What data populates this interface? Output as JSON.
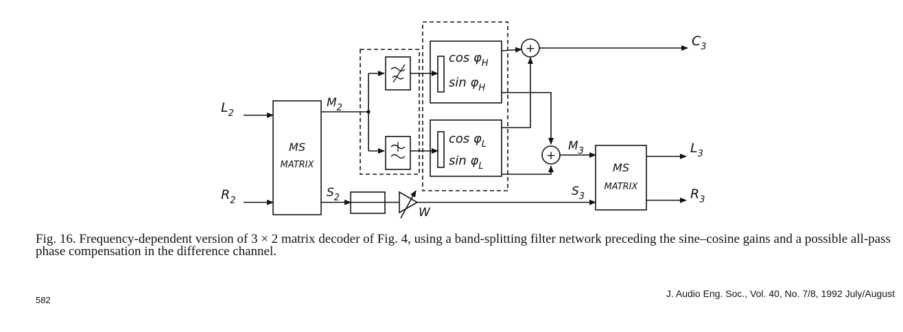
{
  "diagram": {
    "inputs": {
      "l": "L",
      "l_sub": "2",
      "r": "R",
      "r_sub": "2"
    },
    "ms_matrix_left": {
      "line1": "MS",
      "line2": "MATRIX"
    },
    "ms_matrix_right": {
      "line1": "MS",
      "line2": "MATRIX"
    },
    "m2": {
      "base": "M",
      "sub": "2"
    },
    "s2": {
      "base": "S",
      "sub": "2"
    },
    "m3": {
      "base": "M",
      "sub": "3"
    },
    "s3": {
      "base": "S",
      "sub": "3"
    },
    "high_block": {
      "cos": "cos φ",
      "cos_sub": "H",
      "sin": "sin φ",
      "sin_sub": "H"
    },
    "low_block": {
      "cos": "cos φ",
      "cos_sub": "L",
      "sin": "sin φ",
      "sin_sub": "L"
    },
    "outputs": {
      "c": "C",
      "c_sub": "3",
      "l": "L",
      "l_sub": "3",
      "r": "R",
      "r_sub": "3"
    },
    "gain_label": "W",
    "sum_symbol": "+"
  },
  "caption": {
    "text": "Fig. 16. Frequency-dependent version of 3 × 2 matrix decoder of Fig. 4, using a band-splitting filter network preceding the sine–cosine gains and a possible all-pass phase compensation in the difference channel."
  },
  "footer": {
    "page_number": "582",
    "journal": "J. Audio Eng. Soc., Vol. 40, No. 7/8, 1992 July/August"
  }
}
